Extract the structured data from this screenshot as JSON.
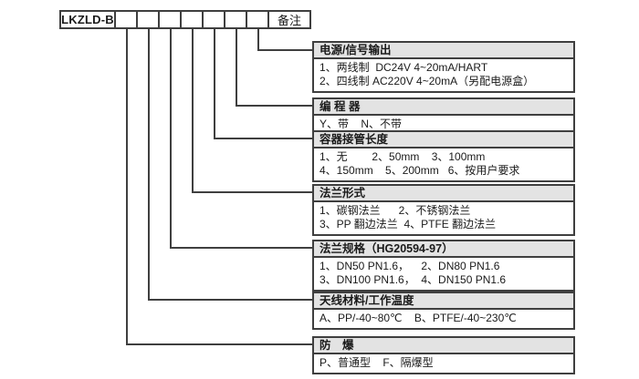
{
  "model_row": {
    "model_prefix": "LKZLD-B",
    "code_box_count": 7,
    "remark_label": "备注"
  },
  "sections": [
    {
      "title": "电源/信号输出",
      "lines": [
        "1、两线制  DC24V 4~20mA/HART",
        "2、四线制 AC220V 4~20mA（另配电源盒）"
      ]
    },
    {
      "title": "编 程 器",
      "lines": [
        "Y、带    N、不带"
      ]
    },
    {
      "title": "容器接管长度",
      "lines": [
        "1、无        2、50mm    3、100mm",
        "4、150mm    5、200mm   6、按用户要求"
      ]
    },
    {
      "title": "法兰形式",
      "lines": [
        "1、碳钢法兰      2、不锈钢法兰",
        "3、PP 翻边法兰  4、PTFE 翻边法兰"
      ]
    },
    {
      "title": "法兰规格（HG20594-97）",
      "lines": [
        "1、DN50 PN1.6，    2、DN80 PN1.6",
        "3、DN100 PN1.6，  4、DN150 PN1.6"
      ]
    },
    {
      "title": "天线材料/工作温度",
      "lines": [
        "A、PP/-40~80℃    B、PTFE/-40~230℃"
      ]
    },
    {
      "title": "防　爆",
      "lines": [
        "P、普通型    F、隔爆型"
      ]
    }
  ],
  "colors": {
    "border_line": "#3f3f3f",
    "header_background": "#e3e3e3",
    "text": "#1a1a1a",
    "page_background": "#ffffff"
  }
}
